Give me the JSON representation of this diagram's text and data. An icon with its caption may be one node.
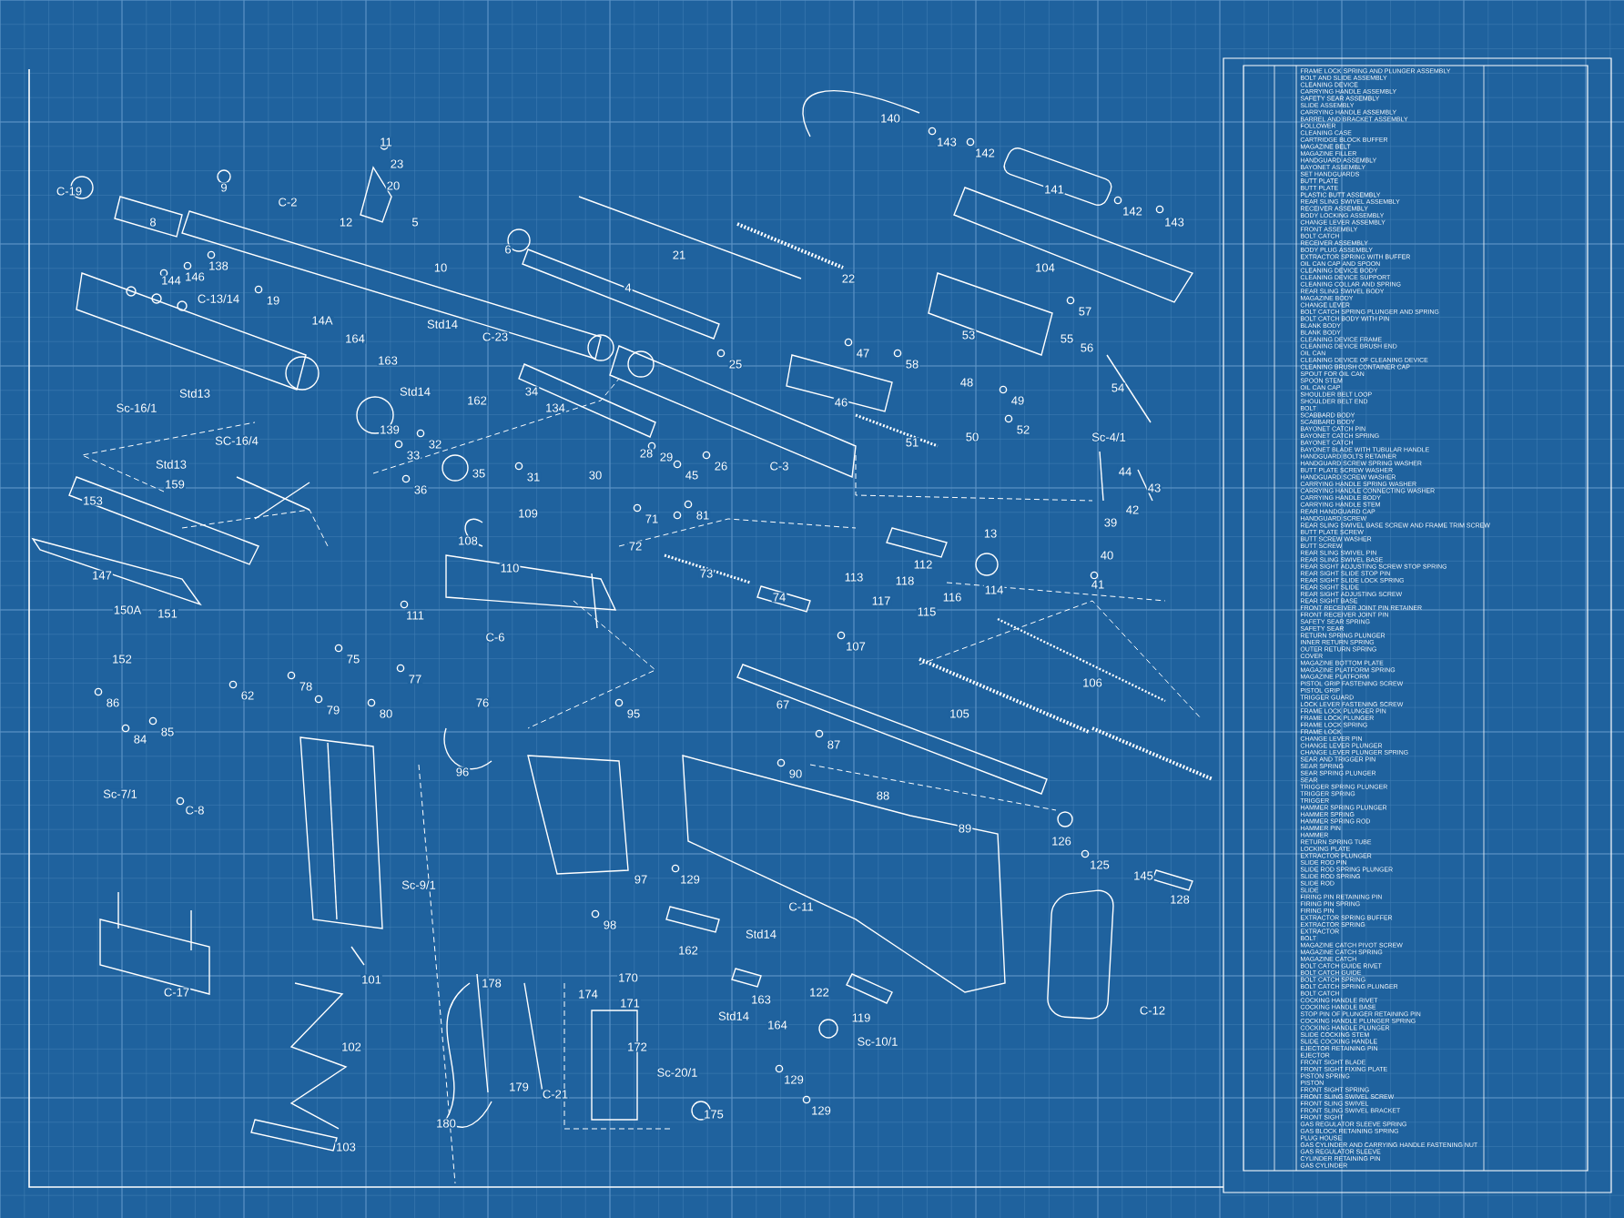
{
  "diagram": {
    "labels": [
      "C-19",
      "8",
      "9",
      "C-2",
      "11",
      "23",
      "20",
      "12",
      "5",
      "6",
      "10",
      "21",
      "4",
      "22",
      "138",
      "146",
      "144",
      "C-13/14",
      "19",
      "14A",
      "164",
      "Std14",
      "C-23",
      "163",
      "Std14",
      "162",
      "139",
      "Sc-16/1",
      "Std13",
      "SC-16/4",
      "Std13",
      "159",
      "153",
      "34",
      "134",
      "33",
      "32",
      "35",
      "36",
      "31",
      "30",
      "28",
      "29",
      "45",
      "26",
      "C-3",
      "109",
      "108",
      "71",
      "81",
      "110",
      "72",
      "73",
      "74",
      "147",
      "150A",
      "151",
      "152",
      "111",
      "C-6",
      "62",
      "78",
      "75",
      "77",
      "76",
      "79",
      "80",
      "86",
      "84",
      "85",
      "Sc-7/1",
      "C-8",
      "95",
      "96",
      "97",
      "98",
      "Sc-9/1",
      "101",
      "C-17",
      "102",
      "103",
      "178",
      "179",
      "180",
      "C-21",
      "174",
      "170",
      "171",
      "172",
      "Sc-20/1",
      "175",
      "162",
      "Std14",
      "Std14",
      "163",
      "164",
      "122",
      "119",
      "Sc-10/1",
      "129",
      "129",
      "129",
      "C-11",
      "107",
      "106",
      "105",
      "67",
      "87",
      "90",
      "88",
      "89",
      "126",
      "125",
      "145",
      "128",
      "C-12",
      "140",
      "143",
      "142",
      "141",
      "142",
      "143",
      "104",
      "57",
      "53",
      "55",
      "56",
      "54",
      "47",
      "58",
      "48",
      "46",
      "49",
      "51",
      "50",
      "52",
      "Sc-4/1",
      "44",
      "43",
      "42",
      "39",
      "40",
      "41",
      "13",
      "112",
      "113",
      "118",
      "114",
      "117",
      "116",
      "115",
      "25",
      "FRAME LOCK SPRING AND PLUNGER ASSEMBLY",
      "BOLT AND SLIDE ASSEMBLY",
      "CLEANING DEVICE",
      "CARRYING HANDLE ASSEMBLY",
      "SAFETY SEAR ASSEMBLY",
      "SLIDE ASSEMBLY",
      "CARRYING HANDLE ASSEMBLY",
      "BARREL AND BRACKET ASSEMBLY",
      "FOLLOWER",
      "CLEANING CASE",
      "CARTRIDGE BLOCK BUFFER",
      "MAGAZINE BELT",
      "MAGAZINE FILLER",
      "HANDGUARD ASSEMBLY",
      "BAYONET ASSEMBLY",
      "SET HANDGUARDS",
      "BUTT PLATE",
      "BUTT PLATE",
      "PLASTIC BUTT ASSEMBLY",
      "REAR SLING SWIVEL ASSEMBLY",
      "RECEIVER ASSEMBLY",
      "BODY LOCKING ASSEMBLY",
      "CHANGE LEVER ASSEMBLY",
      "FRONT ASSEMBLY",
      "BOLT CATCH",
      "RECEIVER ASSEMBLY",
      "BODY PLUG ASSEMBLY",
      "EXTRACTOR SPRING WITH BUFFER",
      "OIL CAN CAP AND SPOON",
      "CLEANING DEVICE BODY",
      "CLEANING DEVICE SUPPORT",
      "CLEANING COLLAR AND SPRING",
      "REAR SLING SWIVEL BODY",
      "MAGAZINE BODY",
      "CHANGE LEVER",
      "BOLT CATCH SPRING PLUNGER AND SPRING",
      "BOLT CATCH BODY WITH PIN",
      "BLANK BODY",
      "BLANK BODY",
      "CLEANING DEVICE FRAME",
      "CLEANING DEVICE BRUSH END",
      "OIL CAN",
      "CLEANING DEVICE OF CLEANING DEVICE",
      "CLEANING BRUSH CONTAINER CAP",
      "SPOUT FOR OIL CAN",
      "SPOON STEM",
      "OIL CAN CAP",
      "SHOULDER BELT LOOP",
      "SHOULDER BELT END",
      "BOLT",
      "SCABBARD BODY",
      "SCABBARD BODY",
      "BAYONET CATCH PIN",
      "BAYONET CATCH SPRING",
      "BAYONET CATCH",
      "BAYONET BLADE WITH TUBULAR HANDLE",
      "HANDGUARD BOLTS RETAINER",
      "HANDGUARD SCREW SPRING WASHER",
      "BUTT PLATE SCREW WASHER",
      "HANDGUARD SCREW WASHER",
      "CARRYING HANDLE SPRING WASHER",
      "CARRYING HANDLE CONNECTING WASHER",
      "CARRYING HANDLE BODY",
      "CARRYING HANDLE STEM",
      "REAR HANDGUARD CAP",
      "HANDGUARD SCREW",
      "REAR SLING SWIVEL BASE SCREW AND FRAME TRIM SCREW",
      "BUTT PLATE SCREW",
      "BUTT SCREW WASHER",
      "BUTT SCREW",
      "REAR SLING SWIVEL PIN",
      "REAR SLING SWIVEL BASE",
      "REAR SIGHT ADJUSTING SCREW STOP SPRING",
      "REAR SIGHT SLIDE STOP PIN",
      "REAR SIGHT SLIDE LOCK SPRING",
      "REAR SIGHT SLIDE",
      "REAR SIGHT ADJUSTING SCREW",
      "REAR SIGHT BASE",
      "FRONT RECEIVER JOINT PIN RETAINER",
      "FRONT RECEIVER JOINT PIN",
      "SAFETY SEAR SPRING",
      "SAFETY SEAR",
      "RETURN SPRING PLUNGER",
      "INNER RETURN SPRING",
      "OUTER RETURN SPRING",
      "COVER",
      "MAGAZINE BOTTOM PLATE",
      "MAGAZINE PLATFORM SPRING",
      "MAGAZINE PLATFORM",
      "PISTOL GRIP FASTENING SCREW",
      "PISTOL GRIP",
      "TRIGGER GUARD",
      "LOCK LEVER FASTENING SCREW",
      "FRAME LOCK PLUNGER PIN",
      "FRAME LOCK PLUNGER",
      "FRAME LOCK SPRING",
      "FRAME LOCK",
      "CHANGE LEVER PIN",
      "CHANGE LEVER PLUNGER",
      "CHANGE LEVER PLUNGER SPRING",
      "SEAR AND TRIGGER PIN",
      "SEAR SPRING",
      "SEAR SPRING PLUNGER",
      "SEAR",
      "TRIGGER SPRING PLUNGER",
      "TRIGGER SPRING",
      "TRIGGER",
      "HAMMER SPRING PLUNGER",
      "HAMMER SPRING",
      "HAMMER SPRING ROD",
      "HAMMER PIN",
      "HAMMER",
      "RETURN SPRING TUBE",
      "LOCKING PLATE",
      "EXTRACTOR PLUNGER",
      "SLIDE ROD PIN",
      "SLIDE ROD SPRING PLUNGER",
      "SLIDE ROD SPRING",
      "SLIDE ROD",
      "SLIDE",
      "FIRING PIN RETAINING PIN",
      "FIRING PIN SPRING",
      "FIRING PIN",
      "EXTRACTOR SPRING BUFFER",
      "EXTRACTOR SPRING",
      "EXTRACTOR",
      "BOLT",
      "MAGAZINE CATCH PIVOT SCREW",
      "MAGAZINE CATCH SPRING",
      "MAGAZINE CATCH",
      "BOLT CATCH GUIDE RIVET",
      "BOLT CATCH GUIDE",
      "BOLT CATCH SPRING",
      "BOLT CATCH SPRING PLUNGER",
      "BOLT CATCH",
      "COCKING HANDLE RIVET",
      "COCKING HANDLE BASE",
      "STOP PIN OF PLUNGER RETAINING PIN",
      "COCKING HANDLE PLUNGER SPRING",
      "COCKING HANDLE PLUNGER",
      "SLIDE COCKING STEM",
      "SLIDE COCKING HANDLE",
      "EJECTOR RETAINING PIN",
      "EJECTOR",
      "FRONT SIGHT BLADE",
      "FRONT SIGHT FIXING PLATE",
      "PISTON SPRING",
      "PISTON",
      "FRONT SIGHT SPRING",
      "FRONT SLING SWIVEL SCREW",
      "FRONT SLING SWIVEL",
      "FRONT SLING SWIVEL BRACKET",
      "FRONT SIGHT",
      "GAS REGULATOR SLEEVE SPRING",
      "GAS BLOCK RETAINING SPRING",
      "PLUG HOUSE",
      "GAS CYLINDER AND CARRYING HANDLE FASTENING NUT",
      "GAS REGULATOR SLEEVE",
      "CYLINDER RETAINING PIN",
      "GAS CYLINDER"
    ]
  }
}
